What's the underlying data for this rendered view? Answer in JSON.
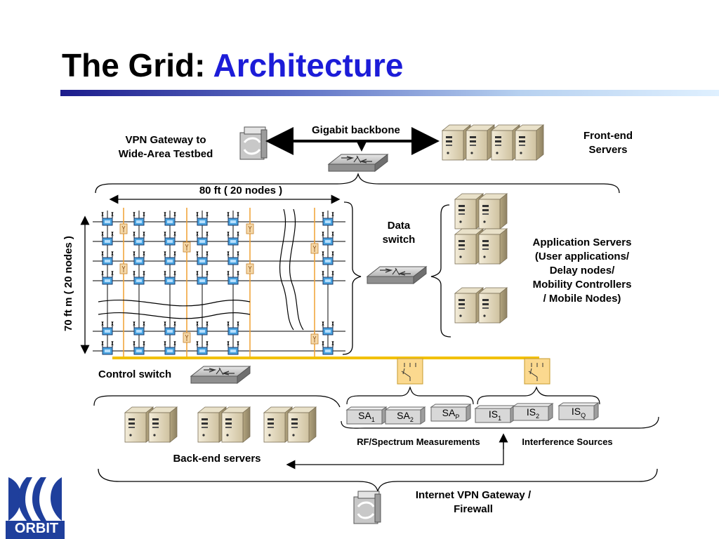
{
  "title": {
    "main": "The Grid: ",
    "accent": "Architecture"
  },
  "labels": {
    "gigabit_backbone": "Gigabit backbone",
    "vpn_gateway": "VPN Gateway to\nWide-Area Testbed",
    "front_end": "Front-end\nServers",
    "grid_width": "80 ft ( 20 nodes )",
    "grid_height": "70 ft m ( 20 nodes )",
    "data_switch": "Data\nswitch",
    "app_servers": "Application Servers\n(User applications/\nDelay nodes/\nMobility Controllers\n/ Mobile Nodes)",
    "control_switch": "Control switch",
    "back_end": "Back-end servers",
    "rf_measure": "RF/Spectrum Measurements",
    "interference": "Interference Sources",
    "internet_gw": "Internet VPN Gateway /\nFirewall",
    "logo": "ORBIT"
  },
  "instruments": [
    {
      "name": "SA",
      "sub": "1"
    },
    {
      "name": "SA",
      "sub": "2"
    },
    {
      "name": "SA",
      "sub": "P"
    },
    {
      "name": "IS",
      "sub": "1"
    },
    {
      "name": "IS",
      "sub": "2"
    },
    {
      "name": "IS",
      "sub": "Q"
    }
  ],
  "colors": {
    "accent": "#1c1cd8",
    "node": "#4aa3df",
    "cable": "#f2c000",
    "orange_line": "#f0a030",
    "logo_blue": "#1f3f9c"
  },
  "icons": [
    "server-icon",
    "switch-icon",
    "gateway-icon",
    "radio-node-icon",
    "rf-switch-icon",
    "logo-icon"
  ]
}
